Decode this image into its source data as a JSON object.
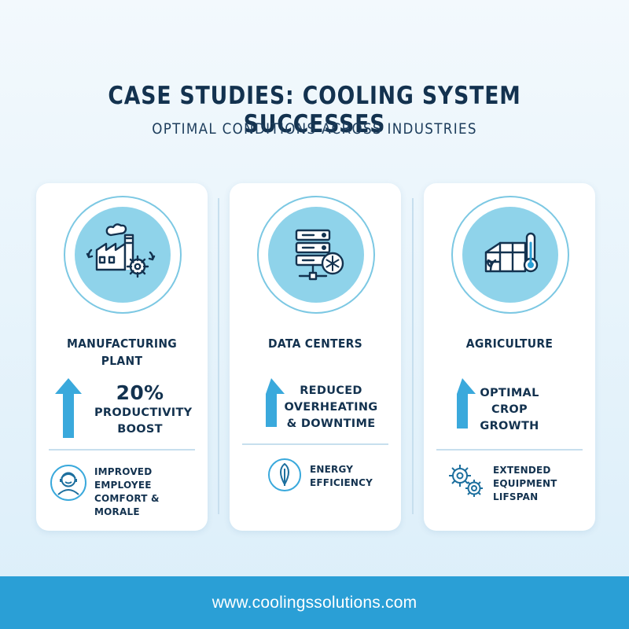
{
  "header": {
    "title": "CASE STUDIES: COOLING SYSTEM SUCCESSES",
    "subtitle": "OPTIMAL CONDITIONS ACROSS INDUSTRIES"
  },
  "colors": {
    "accent": "#2a9fd6",
    "arrow": "#3aa9dc",
    "dark_text": "#13324f",
    "icon_circle": "#8fd3ea"
  },
  "cards": [
    {
      "icon": "factory-gear-icon",
      "title": "MANUFACTURING PLANT",
      "stat_big": "20%",
      "stat_text": "PRODUCTIVITY BOOST",
      "footer_icon": "employee-avatar-icon",
      "footer_text": "IMPROVED EMPLOYEE COMFORT & MORALE"
    },
    {
      "icon": "server-snowflake-icon",
      "title": "DATA CENTERS",
      "stat_text": "REDUCED OVERHEATING & DOWNTIME",
      "footer_icon": "leaf-icon",
      "footer_text": "ENERGY EFFICIENCY"
    },
    {
      "icon": "greenhouse-thermometer-icon",
      "title": "AGRICULTURE",
      "stat_text": "OPTIMAL CROP GROWTH",
      "footer_icon": "gears-icon",
      "footer_text": "EXTENDED EQUIPMENT LIFSPAN"
    }
  ],
  "footer": {
    "url": "www.coolingssolutions.com"
  }
}
